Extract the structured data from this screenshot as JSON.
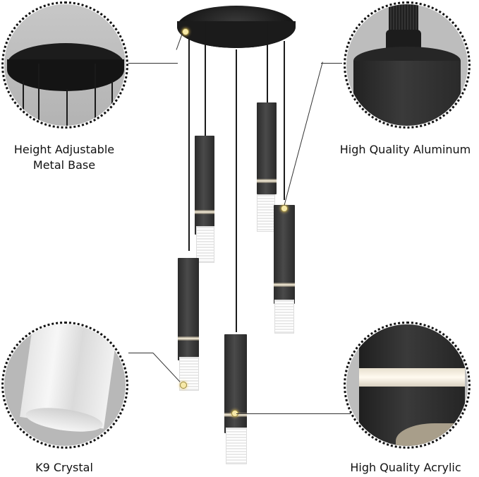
{
  "callouts": [
    {
      "id": "metal-base",
      "label_line1": "Height Adjustable",
      "label_line2": "Metal Base",
      "position": "top-left"
    },
    {
      "id": "aluminum",
      "label_line1": "High Quality Aluminum",
      "position": "top-right"
    },
    {
      "id": "k9-crystal",
      "label_line1": "K9 Crystal",
      "position": "bottom-left"
    },
    {
      "id": "acrylic",
      "label_line1": "High Quality Acrylic",
      "position": "bottom-right"
    }
  ],
  "product": {
    "pendant_count": 5,
    "colors": {
      "body": "#2f2f2f",
      "background": "#ffffff",
      "detail_bg": "#bdbdbd",
      "glow": "#fff6e0",
      "marker": "#f7e9a8"
    }
  }
}
